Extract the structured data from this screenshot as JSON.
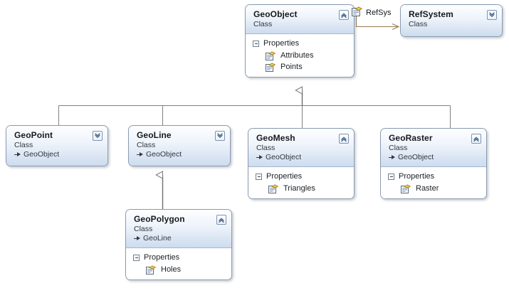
{
  "diagram": {
    "kind": "uml-class-diagram",
    "background": "#ffffff",
    "colors": {
      "card_border": "#8a9bb0",
      "header_gradient_top": "#fdfeff",
      "header_gradient_bottom": "#ccdcef",
      "connector": "#808080",
      "association": "#9a7b4f",
      "text": "#16191d"
    }
  },
  "classes": [
    {
      "id": "geoobject",
      "name": "GeoObject",
      "stereotype": "Class",
      "base": null,
      "toggle": "expanded",
      "toggle_icon": "chevron-double-up-icon",
      "compartment": "Properties",
      "members": [
        "Attributes",
        "Points"
      ]
    },
    {
      "id": "refsystem",
      "name": "RefSystem",
      "stereotype": "Class",
      "base": null,
      "toggle": "collapsed",
      "toggle_icon": "chevron-double-down-icon",
      "compartment": null,
      "members": []
    },
    {
      "id": "geopoint",
      "name": "GeoPoint",
      "stereotype": "Class",
      "base": "GeoObject",
      "toggle": "collapsed",
      "toggle_icon": "chevron-double-down-icon",
      "compartment": null,
      "members": []
    },
    {
      "id": "geoline",
      "name": "GeoLine",
      "stereotype": "Class",
      "base": "GeoObject",
      "toggle": "collapsed",
      "toggle_icon": "chevron-double-down-icon",
      "compartment": null,
      "members": []
    },
    {
      "id": "geomesh",
      "name": "GeoMesh",
      "stereotype": "Class",
      "base": "GeoObject",
      "toggle": "expanded",
      "toggle_icon": "chevron-double-up-icon",
      "compartment": "Properties",
      "members": [
        "Triangles"
      ]
    },
    {
      "id": "georaster",
      "name": "GeoRaster",
      "stereotype": "Class",
      "base": "GeoObject",
      "toggle": "expanded",
      "toggle_icon": "chevron-double-up-icon",
      "compartment": "Properties",
      "members": [
        "Raster"
      ]
    },
    {
      "id": "geopolygon",
      "name": "GeoPolygon",
      "stereotype": "Class",
      "base": "GeoLine",
      "toggle": "expanded",
      "toggle_icon": "chevron-double-up-icon",
      "compartment": "Properties",
      "members": [
        "Holes"
      ]
    }
  ],
  "associations": [
    {
      "id": "refsys",
      "label": "RefSys",
      "from": "GeoObject",
      "to": "RefSystem",
      "icon": "property-icon"
    }
  ],
  "inheritances": [
    {
      "from": "GeoPoint",
      "to": "GeoObject"
    },
    {
      "from": "GeoLine",
      "to": "GeoObject"
    },
    {
      "from": "GeoMesh",
      "to": "GeoObject"
    },
    {
      "from": "GeoRaster",
      "to": "GeoObject"
    },
    {
      "from": "GeoPolygon",
      "to": "GeoLine"
    }
  ]
}
